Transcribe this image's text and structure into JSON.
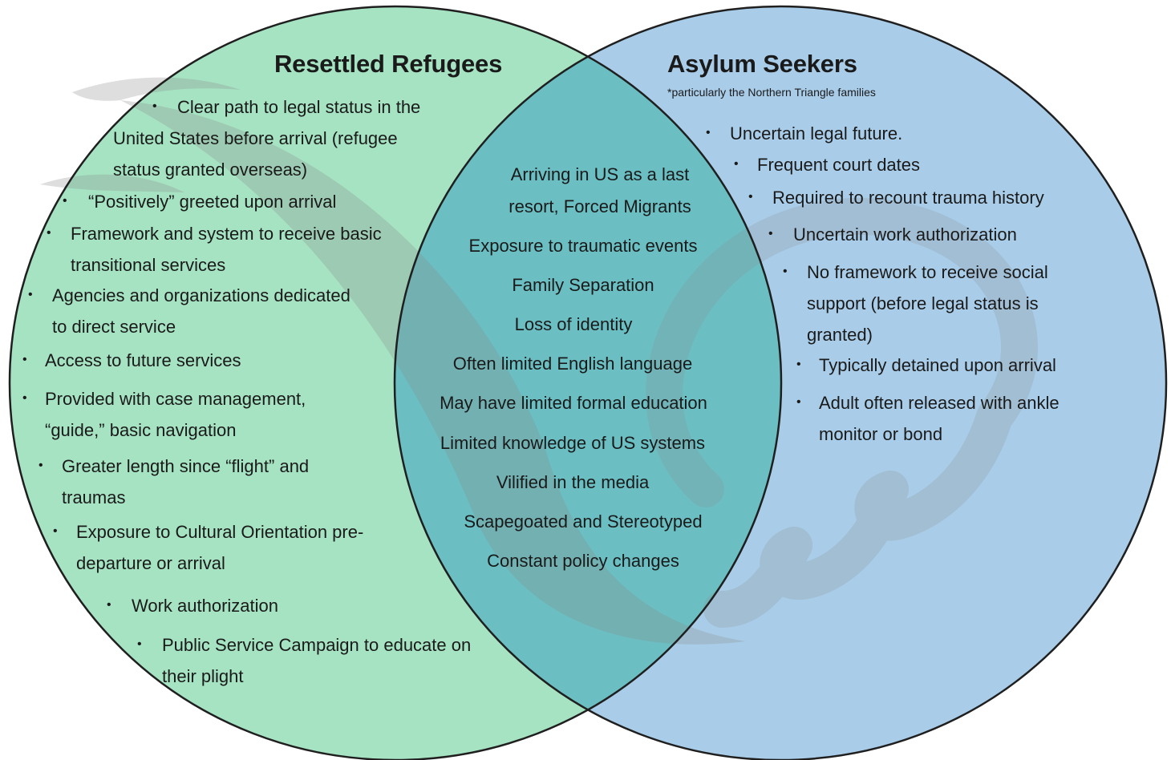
{
  "left": {
    "title": "Resettled Refugees",
    "items": [
      [
        "Clear path to legal status in the",
        "United States before arrival (refugee",
        "status granted overseas)"
      ],
      [
        "“Positively” greeted upon arrival"
      ],
      [
        "Framework and system to receive basic",
        "transitional services"
      ],
      [
        "Agencies and organizations dedicated",
        "to direct service"
      ],
      [
        "Access to future services"
      ],
      [
        "Provided with case management,",
        "“guide,” basic navigation"
      ],
      [
        "Greater length since “flight” and",
        "traumas"
      ],
      [
        "Exposure to Cultural Orientation pre-",
        "departure or arrival"
      ],
      [
        "Work authorization"
      ],
      [
        "Public Service Campaign to educate on",
        "their plight"
      ]
    ]
  },
  "right": {
    "title": "Asylum Seekers",
    "note": "*particularly the Northern Triangle families",
    "items": [
      [
        "Uncertain legal future."
      ],
      [
        "Frequent court dates"
      ],
      [
        "Required to recount trauma history"
      ],
      [
        "Uncertain work authorization"
      ],
      [
        "No framework to receive social",
        "support (before legal status is",
        "granted)"
      ],
      [
        "Typically detained upon arrival"
      ],
      [
        "Adult often released with ankle",
        "monitor or bond"
      ]
    ]
  },
  "overlap": {
    "items": [
      [
        "Arriving in US as a last",
        "resort, Forced Migrants"
      ],
      [
        "Exposure to traumatic events"
      ],
      [
        "Family Separation"
      ],
      [
        "Loss of identity"
      ],
      [
        "Often limited English language"
      ],
      [
        "May have limited formal education"
      ],
      [
        "Limited knowledge of US systems"
      ],
      [
        "Vilified in the media"
      ],
      [
        "Scapegoated and Stereotyped"
      ],
      [
        "Constant policy changes"
      ]
    ]
  },
  "colors": {
    "left_fill": "#a6e3c3",
    "right_fill": "#a9cde9",
    "overlap_fill": "#6bbfc3",
    "outline": "#1f1f1f",
    "watermark": "#8a8a8a"
  },
  "icons": [
    "watermark-swoosh-icon",
    "watermark-spiral-icon"
  ]
}
